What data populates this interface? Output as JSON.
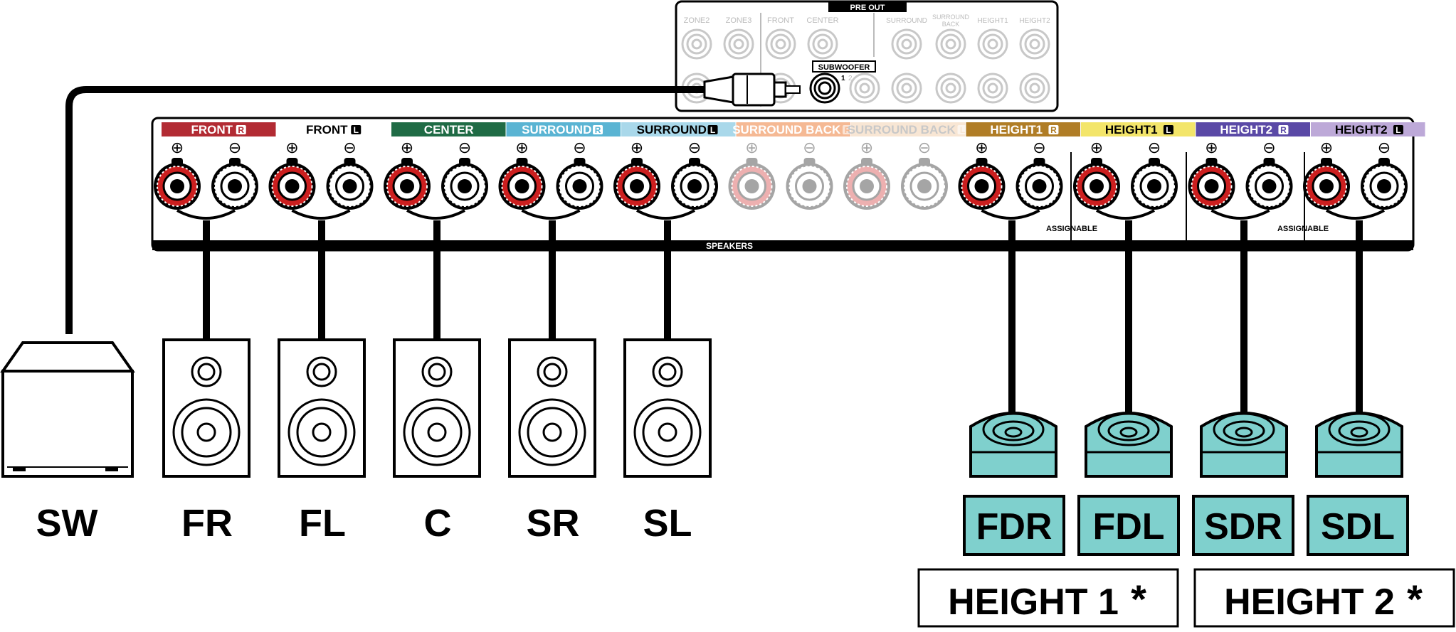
{
  "pre_out": {
    "title": "PRE OUT",
    "labels": [
      "ZONE2",
      "ZONE3",
      "FRONT",
      "CENTER",
      "SURROUND",
      "SURROUND",
      "BACK",
      "HEIGHT1",
      "HEIGHT2"
    ],
    "subwoofer_label": "SUBWOOFER",
    "sub_nums": [
      "1",
      "2"
    ]
  },
  "channels": [
    {
      "label": "FRONT",
      "side": "R",
      "color": "#b22b33",
      "text_color": "#ffffff",
      "active": true
    },
    {
      "label": "FRONT",
      "side": "L",
      "color": "#ffffff",
      "text_color": "#000000",
      "active": true
    },
    {
      "label": "CENTER",
      "side": "",
      "color": "#1f6b45",
      "text_color": "#ffffff",
      "active": true
    },
    {
      "label": "SURROUND",
      "side": "R",
      "color": "#5ab4d3",
      "text_color": "#ffffff",
      "active": true
    },
    {
      "label": "SURROUND",
      "side": "L",
      "color": "#a9d8ea",
      "text_color": "#000000",
      "active": true
    },
    {
      "label": "SURROUND BACK",
      "side": "R",
      "color": "#f5b994",
      "text_color": "#ffffff",
      "active": false
    },
    {
      "label": "SURROUND BACK",
      "side": "L",
      "color": "#f8e6d4",
      "text_color": "#c8c8c8",
      "active": false
    },
    {
      "label": "HEIGHT1",
      "side": "R",
      "color": "#b07d26",
      "text_color": "#ffffff",
      "active": true
    },
    {
      "label": "HEIGHT1",
      "side": "L",
      "color": "#f3e56a",
      "text_color": "#000000",
      "active": true
    },
    {
      "label": "HEIGHT2",
      "side": "R",
      "color": "#5a49a6",
      "text_color": "#ffffff",
      "active": true
    },
    {
      "label": "HEIGHT2",
      "side": "L",
      "color": "#bda9d8",
      "text_color": "#000000",
      "active": true
    }
  ],
  "panel": {
    "speakers_label": "SPEAKERS",
    "assignable_label": "ASSIGNABLE",
    "plus_symbol": "⊕",
    "minus_symbol": "⊖"
  },
  "speakers": [
    "SW",
    "FR",
    "FL",
    "C",
    "SR",
    "SL"
  ],
  "height_speakers": [
    "FDR",
    "FDL",
    "SDR",
    "SDL"
  ],
  "height_groups": [
    {
      "label": "HEIGHT 1",
      "mark": "*"
    },
    {
      "label": "HEIGHT 2",
      "mark": "*"
    }
  ],
  "colors": {
    "terminal_red": "#cc1f1f",
    "height_speaker_fill": "#7fd0cd",
    "outline": "#000000"
  }
}
